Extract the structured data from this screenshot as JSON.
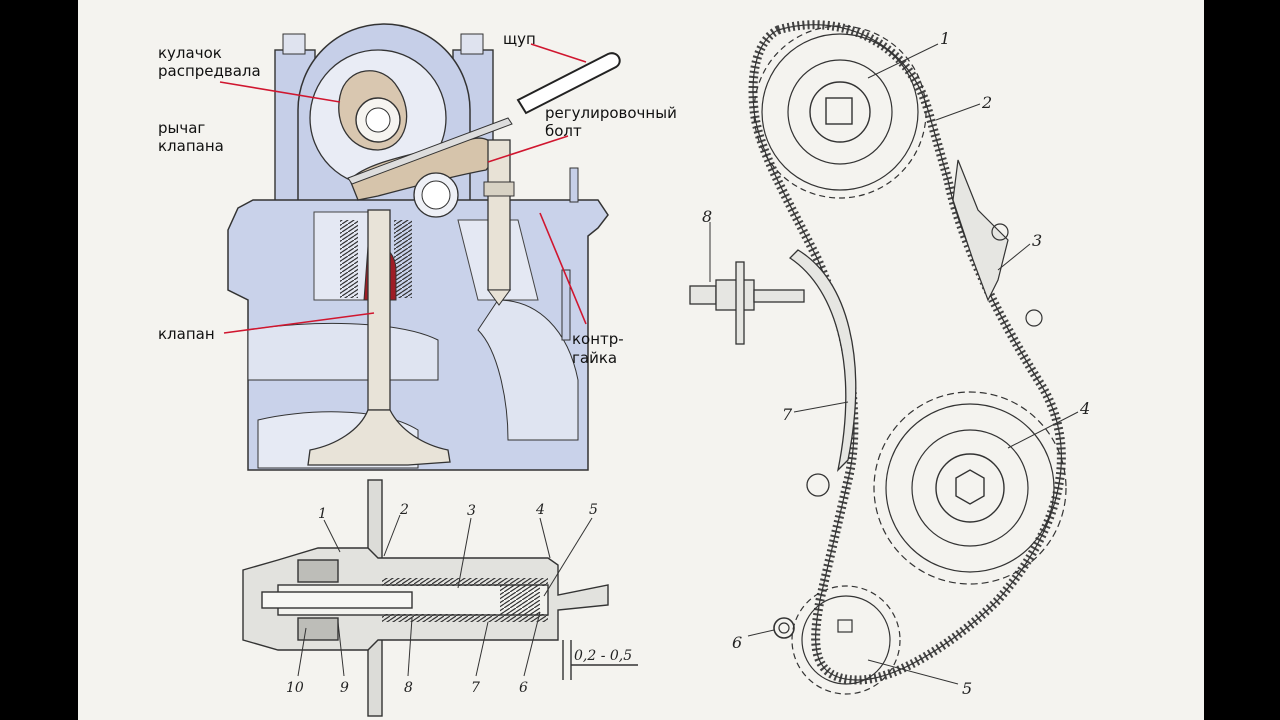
{
  "head": {
    "labels": {
      "cam": [
        "кулачок",
        "распредвала"
      ],
      "feeler": "щуп",
      "rocker": [
        "рычаг",
        "клапана"
      ],
      "bolt": [
        "регулировочный",
        "болт"
      ],
      "valve": "клапан",
      "nut": [
        "контр-",
        "гайка"
      ]
    },
    "line_color": "#d0162f"
  },
  "tensioner": {
    "numbers": [
      "1",
      "2",
      "3",
      "4",
      "5",
      "6",
      "7",
      "8",
      "9",
      "10"
    ],
    "dimension": "0,2 - 0,5"
  },
  "chain": {
    "numbers": [
      "1",
      "2",
      "3",
      "4",
      "5",
      "6",
      "7",
      "8"
    ]
  }
}
